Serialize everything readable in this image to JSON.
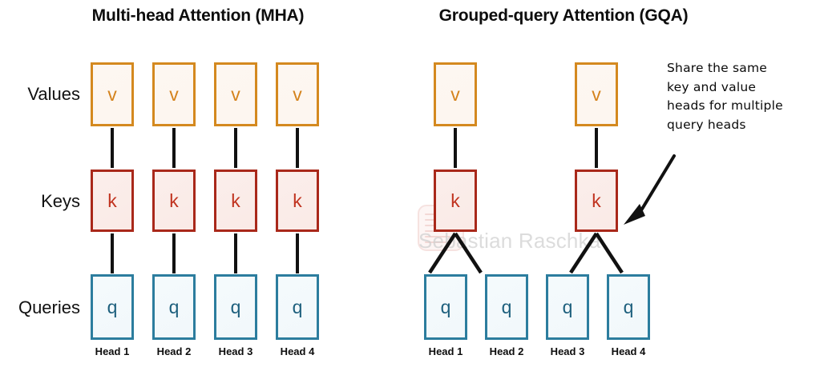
{
  "figure": {
    "watermark_text": "Sebastian Raschka",
    "watermark_logo_name": "raschka-logo"
  },
  "panels": [
    {
      "id": "mha",
      "title": "Multi-head Attention (MHA)",
      "row_labels": {
        "values": "Values",
        "keys": "Keys",
        "queries": "Queries"
      },
      "values": [
        "v",
        "v",
        "v",
        "v"
      ],
      "keys": [
        "k",
        "k",
        "k",
        "k"
      ],
      "queries": [
        "q",
        "q",
        "q",
        "q"
      ],
      "heads": [
        "Head 1",
        "Head 2",
        "Head 3",
        "Head 4"
      ]
    },
    {
      "id": "gqa",
      "title": "Grouped-query Attention (GQA)",
      "values": [
        "v",
        "v"
      ],
      "keys": [
        "k",
        "k"
      ],
      "queries": [
        "q",
        "q",
        "q",
        "q"
      ],
      "heads": [
        "Head 1",
        "Head 2",
        "Head 3",
        "Head 4"
      ]
    }
  ],
  "annotation": {
    "lines": [
      "Share the same",
      "key and value",
      "heads for multiple",
      "query heads"
    ]
  },
  "colors": {
    "value_border": "#d4891f",
    "value_text": "#d4821c",
    "value_fill": "#fdf7f1",
    "key_border": "#a9281a",
    "key_text": "#c0321e",
    "key_fill": "#fbeeeb",
    "query_border": "#2c7d9e",
    "query_text": "#1d5f7d",
    "query_fill": "#f4fafc",
    "connector": "#111111",
    "title": "#0d0d0d",
    "watermark": "#cfcfcf"
  }
}
